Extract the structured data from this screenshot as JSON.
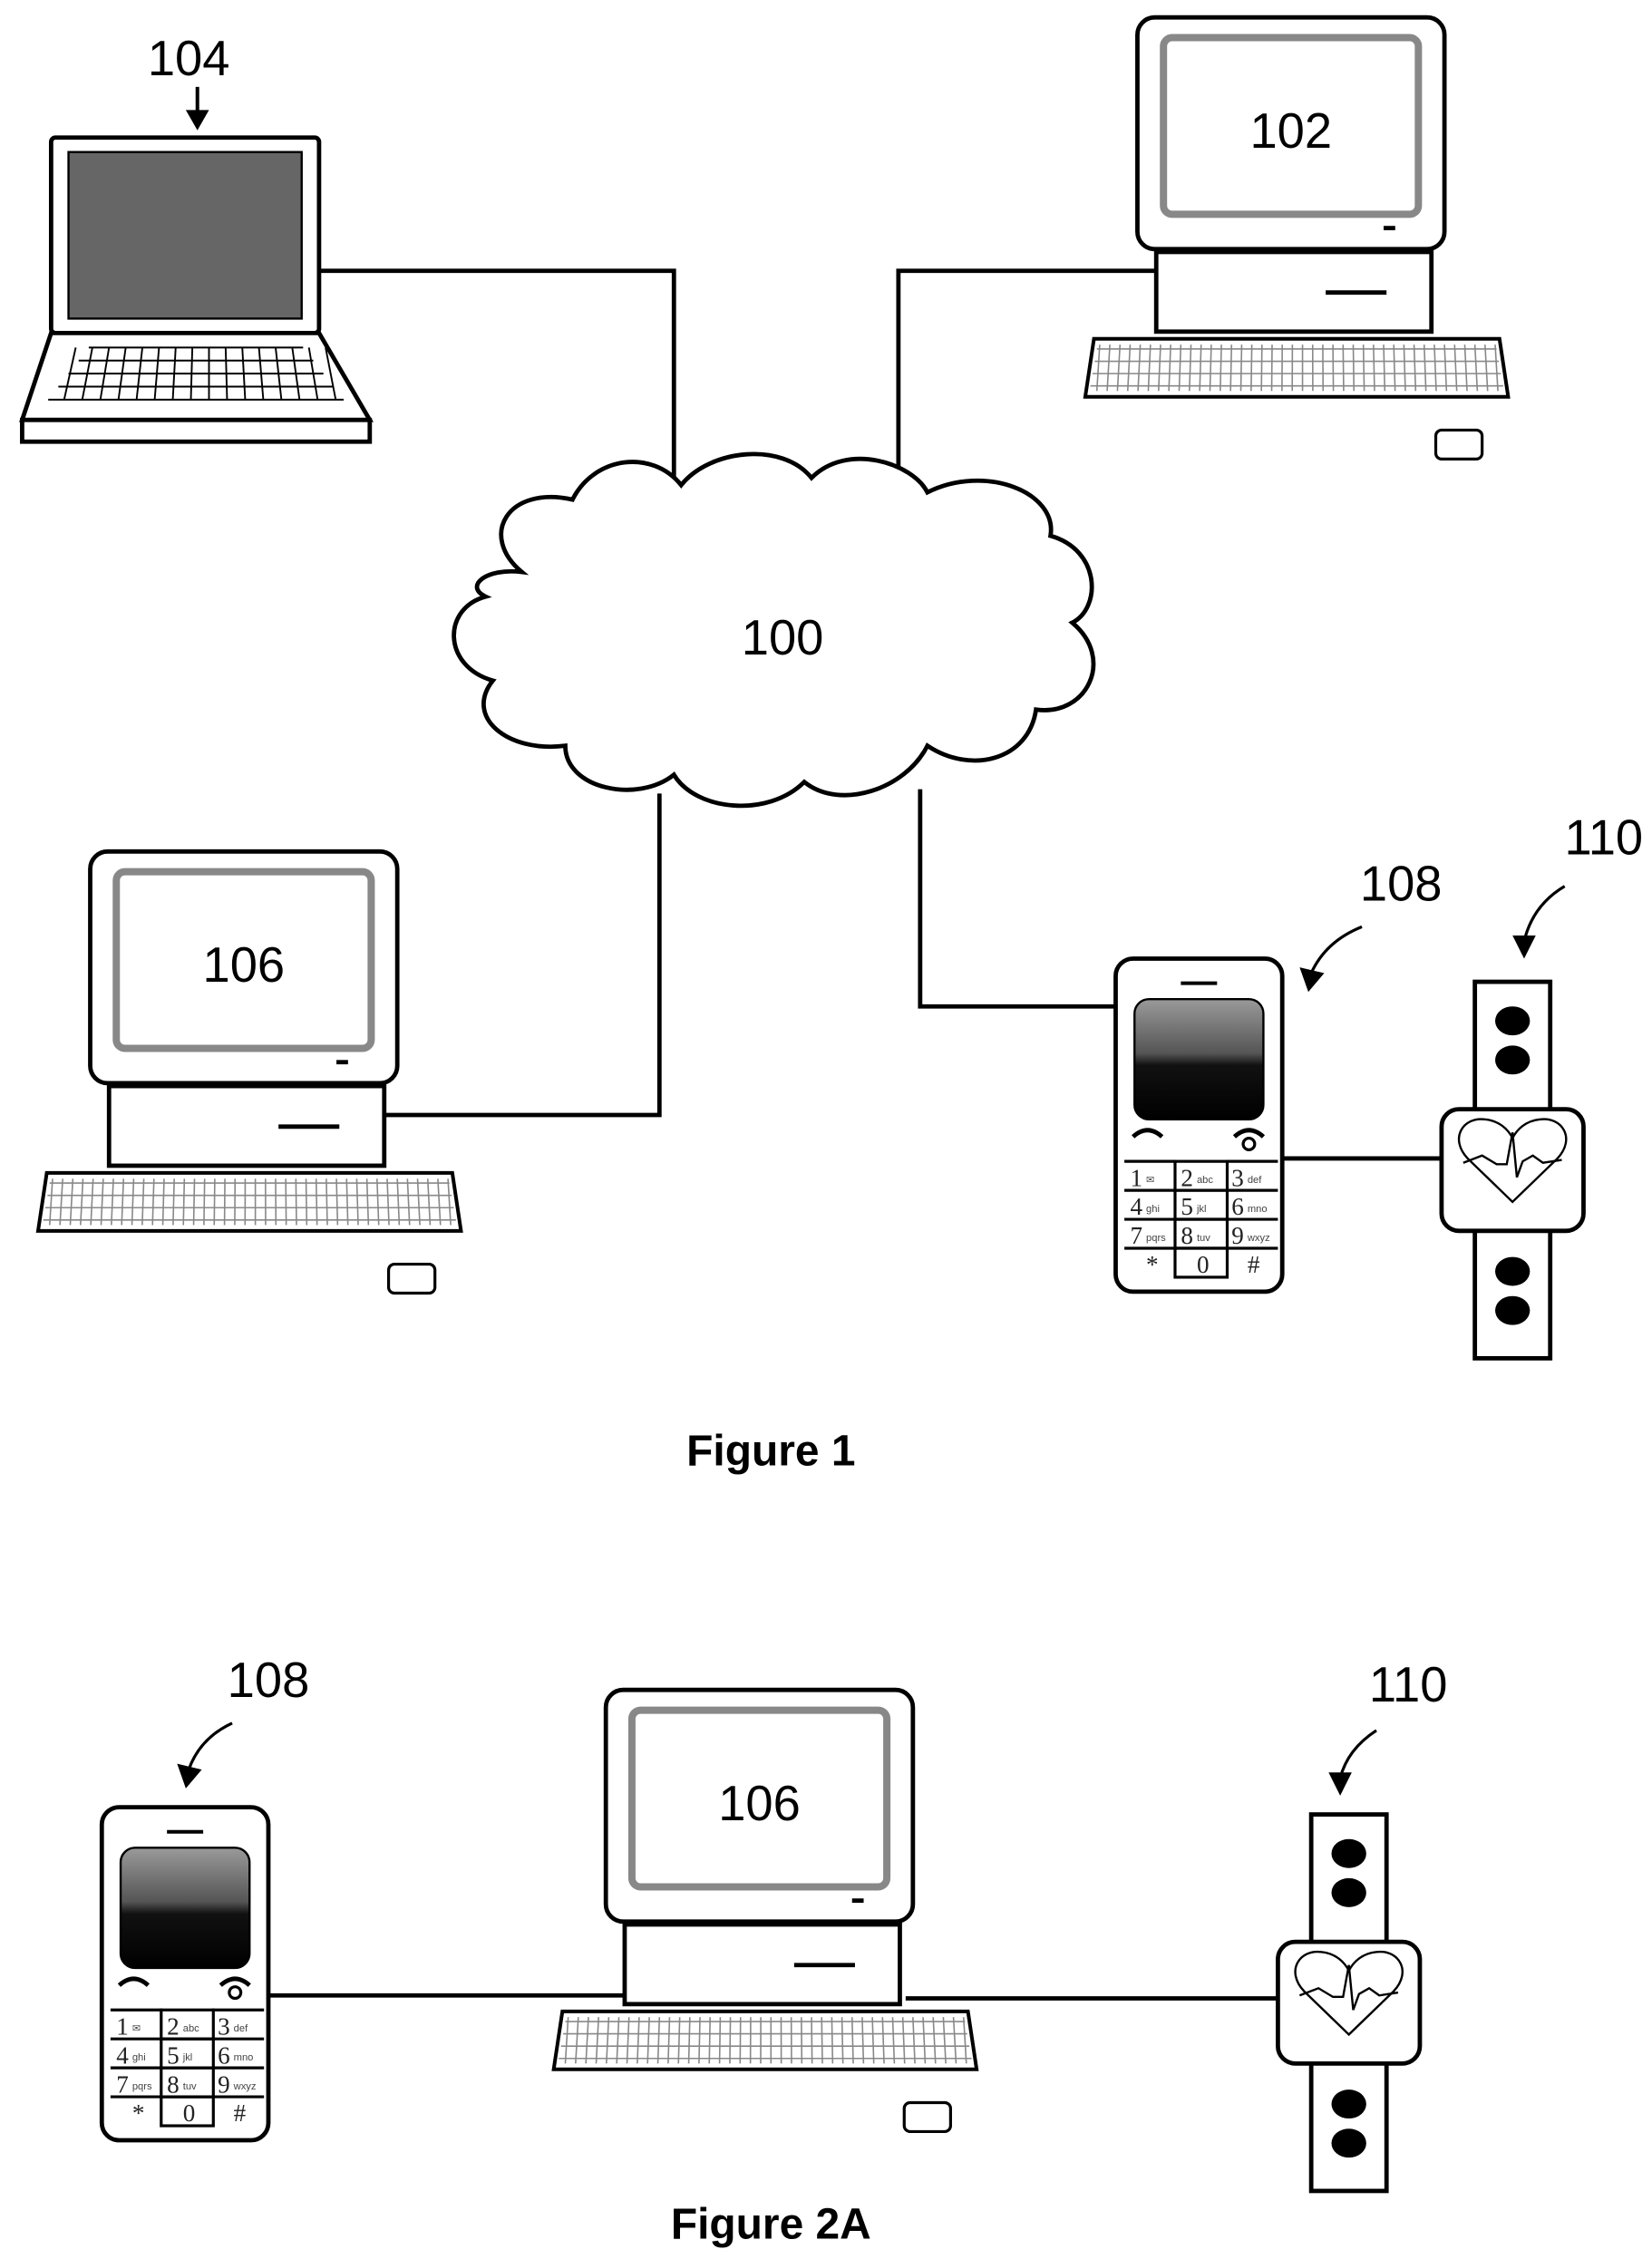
{
  "figure1": {
    "caption": "Figure 1",
    "network_label": "100",
    "desktop_102_label": "102",
    "laptop_label": "104",
    "desktop_106_label": "106",
    "phone_label": "108",
    "wearable_label": "110"
  },
  "figure2a": {
    "caption": "Figure 2A",
    "phone_label": "108",
    "desktop_label": "106",
    "wearable_label": "110"
  },
  "phone_keypad": [
    {
      "digit": "1",
      "letters": "✉"
    },
    {
      "digit": "2",
      "letters": "abc"
    },
    {
      "digit": "3",
      "letters": "def"
    },
    {
      "digit": "4",
      "letters": "ghi"
    },
    {
      "digit": "5",
      "letters": "jkl"
    },
    {
      "digit": "6",
      "letters": "mno"
    },
    {
      "digit": "7",
      "letters": "pqrs"
    },
    {
      "digit": "8",
      "letters": "tuv"
    },
    {
      "digit": "9",
      "letters": "wxyz"
    },
    {
      "digit": "*",
      "letters": ""
    },
    {
      "digit": "0",
      "letters": ""
    },
    {
      "digit": "#",
      "letters": ""
    }
  ],
  "icons": [
    "laptop-icon",
    "desktop-computer-icon",
    "cloud-network-icon",
    "mobile-phone-icon",
    "smartwatch-heart-icon"
  ]
}
